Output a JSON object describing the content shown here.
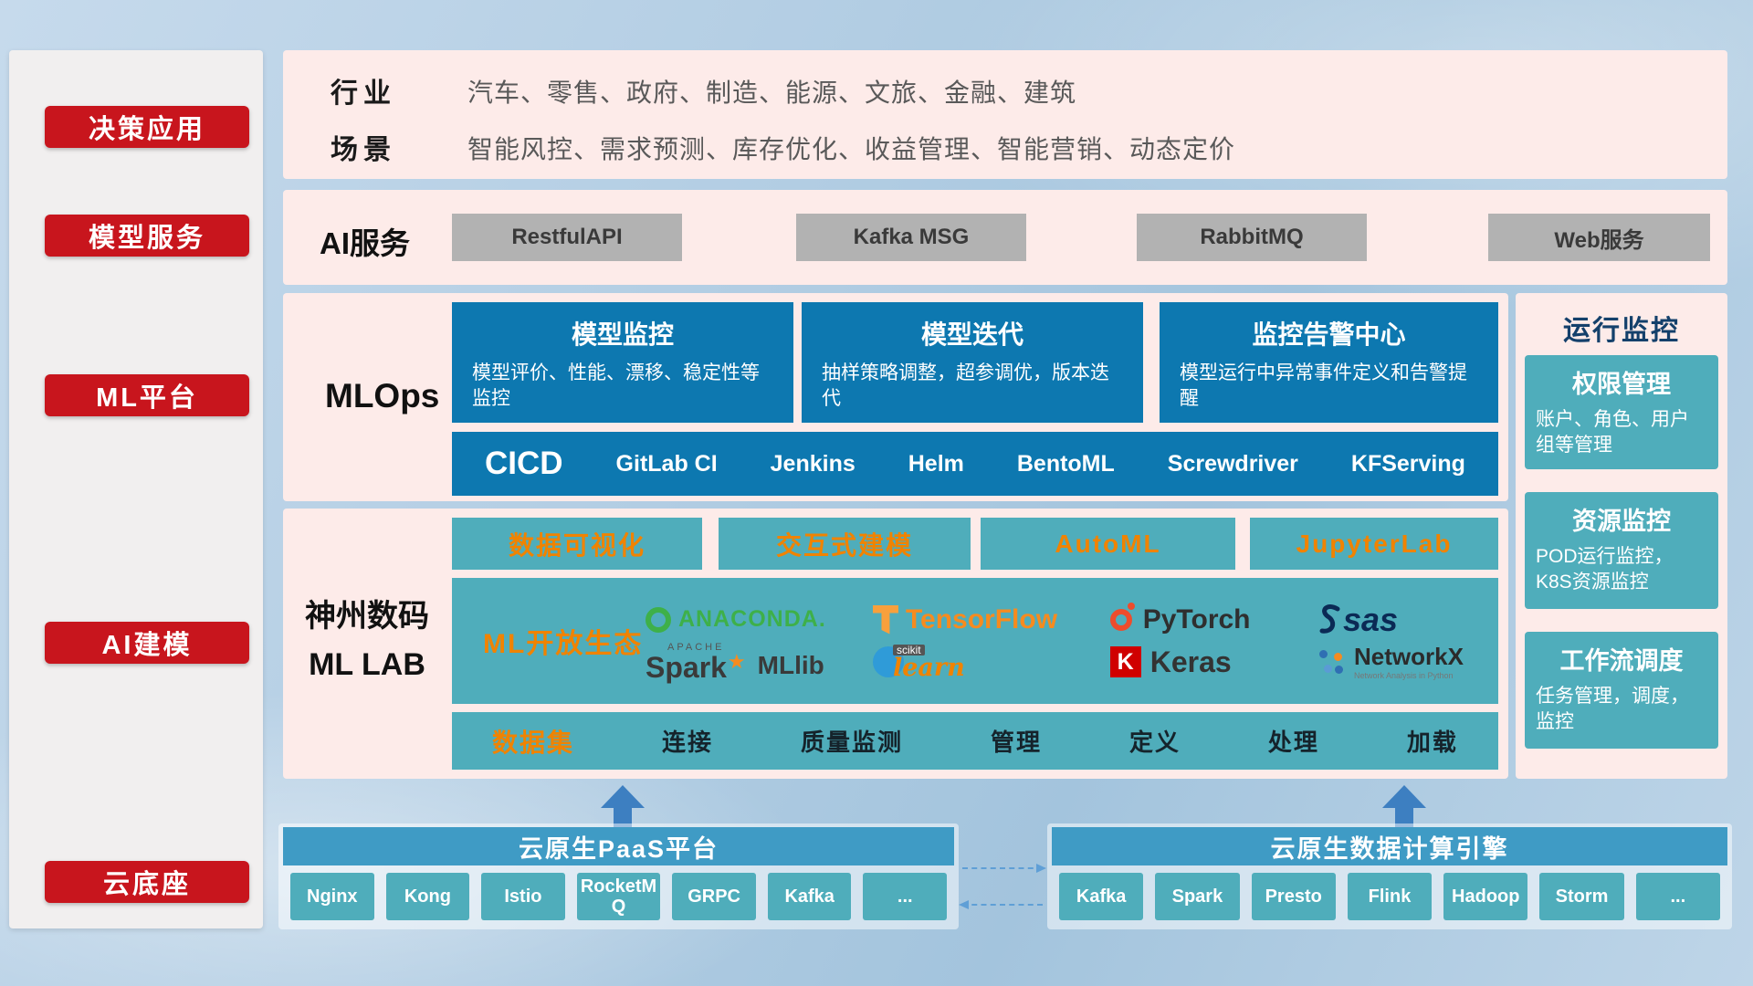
{
  "sidebar": {
    "items": [
      {
        "label": "决策应用"
      },
      {
        "label": "模型服务"
      },
      {
        "label": "ML平台"
      },
      {
        "label": "AI建模"
      },
      {
        "label": "云底座"
      }
    ]
  },
  "industry": {
    "row1_label": "行业",
    "row1_value": "汽车、零售、政府、制造、能源、文旅、金融、建筑",
    "row2_label": "场景",
    "row2_value": "智能风控、需求预测、库存优化、收益管理、智能营销、动态定价"
  },
  "ai_service": {
    "label": "AI服务",
    "services": [
      "RestfulAPI",
      "Kafka MSG",
      "RabbitMQ",
      "Web服务"
    ]
  },
  "mlops": {
    "label": "MLOps",
    "cards": [
      {
        "title": "模型监控",
        "desc": "模型评价、性能、漂移、稳定性等监控"
      },
      {
        "title": "模型迭代",
        "desc": "抽样策略调整，超参调优，版本迭代"
      },
      {
        "title": "监控告警中心",
        "desc": "模型运行中异常事件定义和告警提醒"
      }
    ],
    "cicd_label": "CICD",
    "cicd_tools": [
      "GitLab CI",
      "Jenkins",
      "Helm",
      "BentoML",
      "Screwdriver",
      "KFServing"
    ]
  },
  "monitor": {
    "title": "运行监控",
    "cards": [
      {
        "title": "权限管理",
        "desc": "账户、角色、用户组等管理"
      },
      {
        "title": "资源监控",
        "desc": "POD运行监控，K8S资源监控"
      },
      {
        "title": "工作流调度",
        "desc": "任务管理，调度，监控"
      }
    ]
  },
  "mllab": {
    "label_line1": "神州数码",
    "label_line2": "ML LAB",
    "tools": [
      "数据可视化",
      "交互式建模",
      "AutoML",
      "JupyterLab"
    ],
    "eco_label": "ML开放生态",
    "logos": {
      "anaconda": "ANACONDA.",
      "tensorflow": "TensorFlow",
      "pytorch": "PyTorch",
      "sas": "sas",
      "apache": "APACHE",
      "spark": "Spark",
      "star": "★",
      "mllib": "MLlib",
      "scikit": "scikit",
      "learn": "learn",
      "keras_k": "K",
      "keras": "Keras",
      "networkx": "NetworkX",
      "networkx_sub": "Network Analysis in Python"
    },
    "dataset_label": "数据集",
    "dataset_items": [
      "连接",
      "质量监测",
      "管理",
      "定义",
      "处理",
      "加载"
    ]
  },
  "cloud": {
    "paas_title": "云原生PaaS平台",
    "paas_items": [
      "Nginx",
      "Kong",
      "Istio",
      "RocketMQ",
      "GRPC",
      "Kafka",
      "..."
    ],
    "engine_title": "云原生数据计算引擎",
    "engine_items": [
      "Kafka",
      "Spark",
      "Presto",
      "Flink",
      "Hadoop",
      "Storm",
      "..."
    ]
  },
  "colors": {
    "red": "#c8151d",
    "pink_panel": "#fdebe9",
    "blue_card": "#0d78b0",
    "teal": "#4fadbb",
    "orange": "#f08300",
    "header_blue": "#3f9bc5"
  }
}
